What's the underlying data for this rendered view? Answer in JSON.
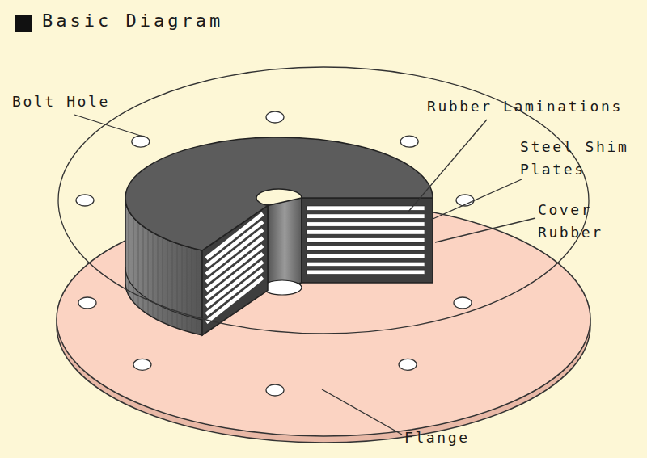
{
  "diagram": {
    "title": "Basic Diagram",
    "labels": [
      "Bolt Hole",
      "Rubber Laminations",
      "Steel Shim Plates",
      "Cover Rubber",
      "Flange"
    ]
  }
}
